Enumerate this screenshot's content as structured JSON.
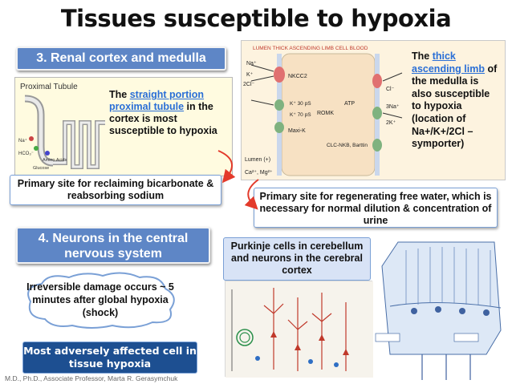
{
  "title": "Tissues susceptible to hypoxia",
  "section3": {
    "label": "3. Renal cortex and medulla"
  },
  "proximal": {
    "caption": "Proximal Tubule",
    "text_pre": "The ",
    "text_link": "straight portion proximal tubule",
    "text_post": " in the cortex is most susceptible to hypoxia",
    "labels": [
      "Na⁺",
      "HCO₃⁻",
      "Amino Acids",
      "Glucose"
    ]
  },
  "reclaim": {
    "text": "Primary site for reclaiming bicarbonate & reabsorbing sodium"
  },
  "limb": {
    "header": "LUMEN THICK ASCENDING LIMB CELL BLOOD",
    "text_pre": "The ",
    "text_link": "thick ascending limb",
    "text_post": " of the medulla is also susceptible to hypoxia (location of Na+/K+/2Cl – symporter)",
    "labels": [
      "Na⁺",
      "K⁺",
      "2Cl⁻",
      "NKCC2",
      "ROMK",
      "Maxi-K",
      "ATP",
      "3Na⁺",
      "2K⁺",
      "CLC-NKB, Barttin",
      "Cl⁻",
      "Lumen (+)",
      "Ca²⁺, Mg²⁺",
      "K⁺ 30 pS",
      "K⁺ 70 pS"
    ]
  },
  "regen": {
    "text": "Primary site for regenerating free water, which is necessary for normal dilution & concentration of urine"
  },
  "section4": {
    "label": "4. Neurons in the central nervous system"
  },
  "purkinje": {
    "text": "Purkinje cells in cerebellum and neurons in the cerebral cortex"
  },
  "damage": {
    "text": "Irreversible damage occurs ~ 5 minutes after global hypoxia (shock)"
  },
  "affected": {
    "text": "Most adversely affected cell in tissue hypoxia"
  },
  "credit": "M.D., Ph.D., Associate Professor, Marta R. Gerasymchuk",
  "colors": {
    "banner": "#5e86c6",
    "dark_banner": "#1d4f91",
    "arrow": "#e33a2b",
    "cloud_border": "#7aa0d6"
  }
}
